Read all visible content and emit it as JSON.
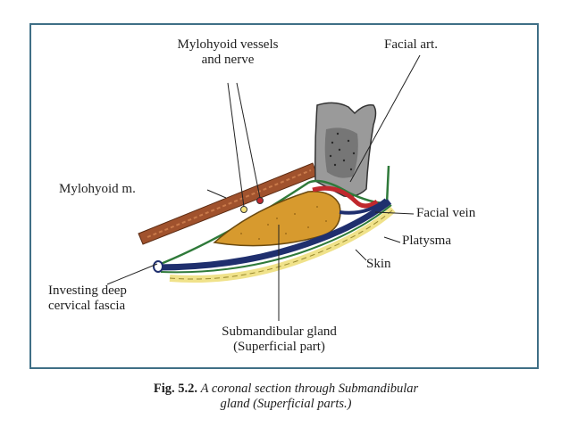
{
  "figure": {
    "labels": {
      "mylohyoid_vessels": [
        "Mylohyoid vessels",
        "and nerve"
      ],
      "facial_art": "Facial art.",
      "mylohyoid_m": "Mylohyoid m.",
      "facial_vein": "Facial vein",
      "platysma": "Platysma",
      "skin": "Skin",
      "investing_fascia": [
        "Investing deep",
        "cervical fascia"
      ],
      "submandibular_gland": [
        "Submandibular gland",
        "(Superficial part)"
      ]
    },
    "caption": {
      "number": "Fig. 5.2.",
      "text_line1": "A coronal section through Submandibular",
      "text_line2": "gland (Superficial parts.)"
    },
    "colors": {
      "frame": "#3f6f86",
      "muscle": "#a0522d",
      "gland": "#d79a2e",
      "vein": "#1f2f6e",
      "artery": "#c0282d",
      "fascia": "#2f7a3a",
      "skin": "#f0e28a",
      "bone": "#9a9a9a"
    }
  }
}
